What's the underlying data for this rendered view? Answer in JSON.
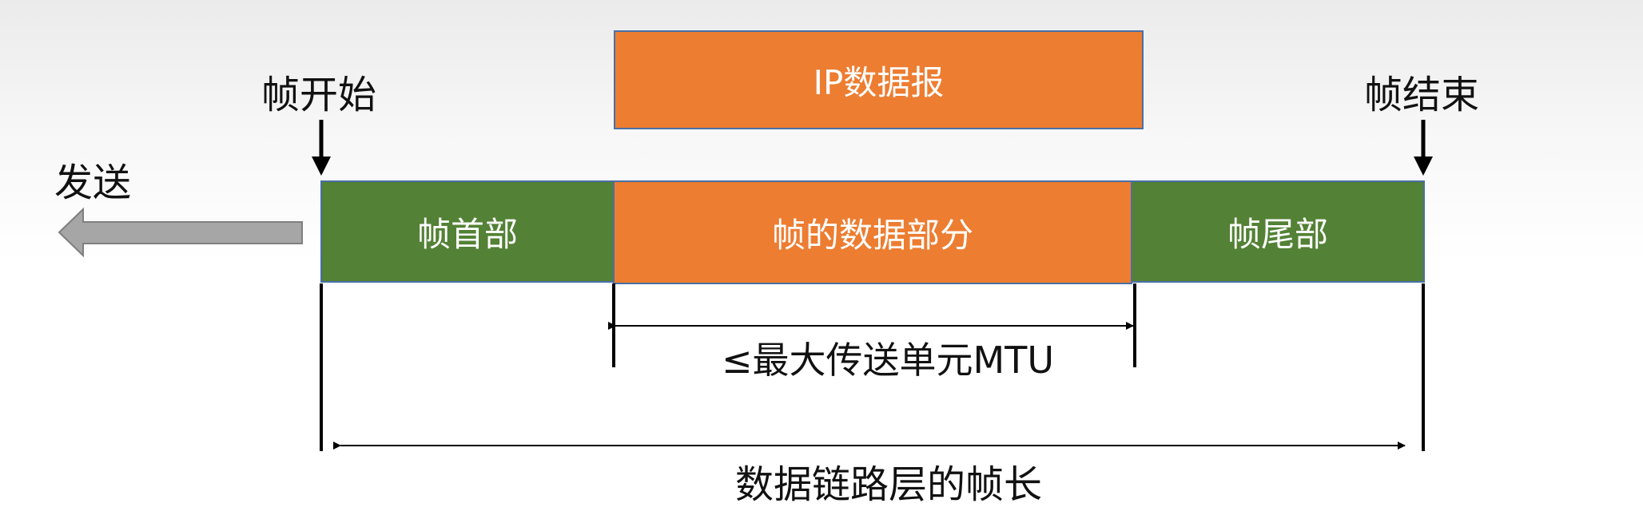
{
  "ip_datagram": "IP数据报",
  "frame_start": "帧开始",
  "frame_end": "帧结束",
  "send": "发送",
  "segments": {
    "header": "帧首部",
    "data": "帧的数据部分",
    "trailer": "帧尾部"
  },
  "mtu_label": "≤最大传送单元MTU",
  "frame_length_label": "数据链路层的帧长",
  "colors": {
    "orange": "#ed7d31",
    "green": "#538135",
    "arrow_gray": "#a6a6a6"
  }
}
